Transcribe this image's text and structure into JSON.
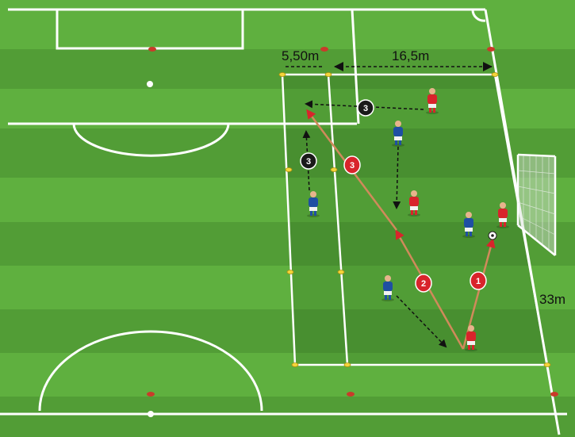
{
  "dimensions": {
    "width_a": "5,50m",
    "width_b": "16,5m",
    "length": "33m"
  },
  "sequence_numbers": {
    "n1": "1",
    "n2": "2",
    "n3a": "3",
    "n3b": "3",
    "n3c": "3"
  },
  "colors": {
    "grass_light": "#5fb03f",
    "grass_dark": "#4e9a32",
    "zone_tint": "#3e7e2a",
    "team_red": "#d8242b",
    "team_blue": "#1f4fa3",
    "pass_line": "#d08a5b",
    "marker_red": "#c93b2a",
    "cone_yellow": "#f4d53a"
  }
}
